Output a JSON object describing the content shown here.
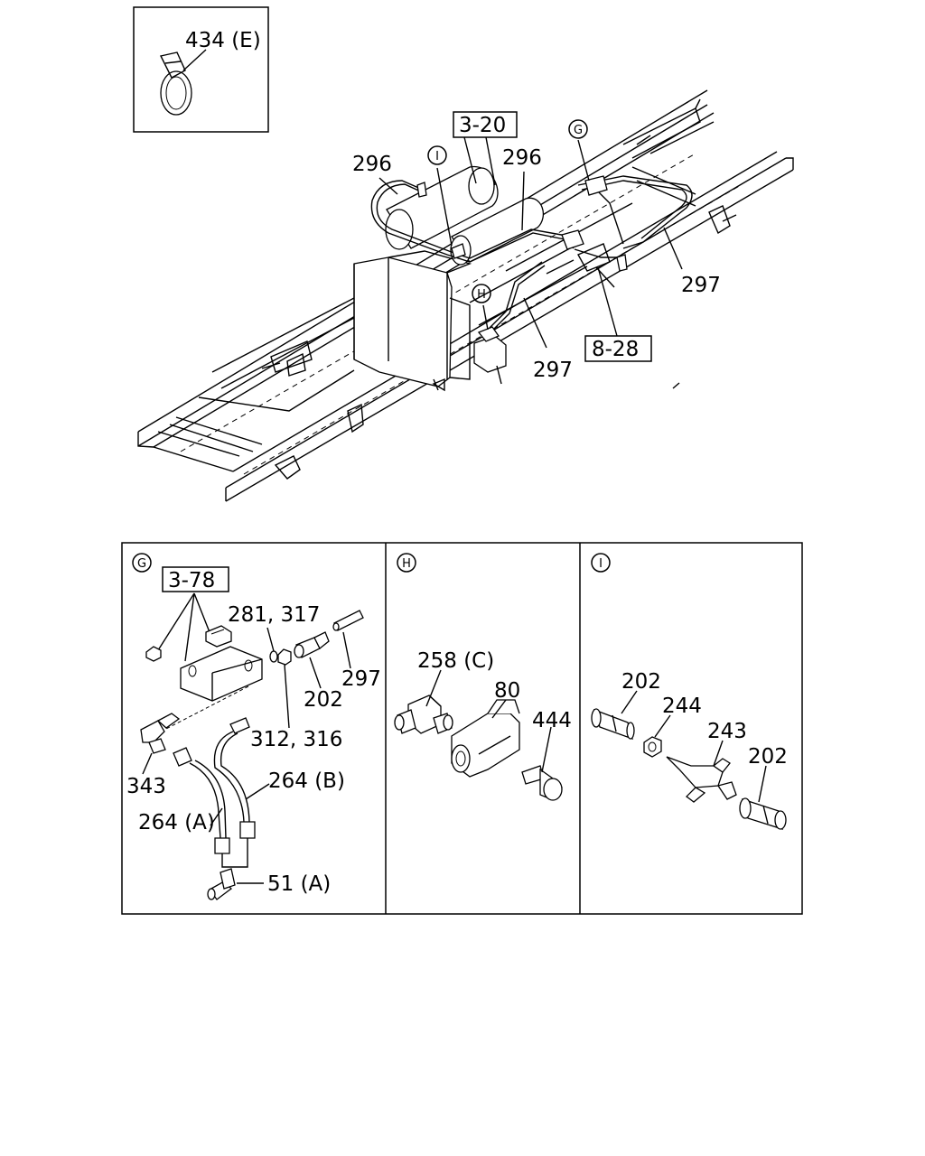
{
  "inset_label": "434 (E)",
  "main_callouts": {
    "ref_3_20": "3-20",
    "ref_8_28": "8-28",
    "p296_left": "296",
    "p296_right": "296",
    "p297_right": "297",
    "p297_bottom": "297",
    "circle_g": "G",
    "circle_h": "H",
    "circle_i": "I"
  },
  "panel_g": {
    "title": "G",
    "ref": "3-78",
    "l281": "281, 317",
    "l297": "297",
    "l202": "202",
    "l312": "312, 316",
    "l343": "343",
    "l264b": "264 (B)",
    "l264a": "264 (A)",
    "l51a": "51 (A)"
  },
  "panel_h": {
    "title": "H",
    "l258": "258 (C)",
    "l80": "80",
    "l444": "444"
  },
  "panel_i": {
    "title": "I",
    "l202a": "202",
    "l244": "244",
    "l243": "243",
    "l202b": "202"
  }
}
